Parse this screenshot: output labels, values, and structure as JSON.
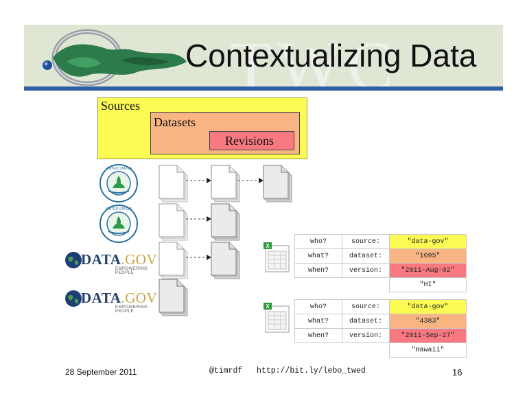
{
  "slide": {
    "title": "Contextualizing Data",
    "watermark": "TWC",
    "date": "28 September 2011",
    "handle": "@timrdf",
    "link": "http://bit.ly/lebo_twed",
    "page_number": "16"
  },
  "legend": {
    "sources": "Sources",
    "datasets": "Datasets",
    "revisions": "Revisions",
    "colors": {
      "sources": "#fbfb54",
      "datasets": "#f8b482",
      "revisions": "#f87a80"
    }
  },
  "logos": {
    "datagov_main": "DATA",
    "datagov_suffix": ".GOV",
    "datagov_tagline": "EMPOWERING PEOPLE",
    "epa_name": "epa-seal-icon"
  },
  "tables": [
    {
      "rows": [
        {
          "q": "who?",
          "k": "source:",
          "v": "\"data-gov\""
        },
        {
          "q": "what?",
          "k": "dataset:",
          "v": "\"1095\""
        },
        {
          "q": "when?",
          "k": "version:",
          "v": "\"2011-Aug-02\""
        }
      ],
      "extra": "\"HI\""
    },
    {
      "rows": [
        {
          "q": "who?",
          "k": "source:",
          "v": "\"data-gov\""
        },
        {
          "q": "what?",
          "k": "dataset:",
          "v": "\"4383\""
        },
        {
          "q": "when?",
          "k": "version:",
          "v": "\"2011-Sep-27\""
        }
      ],
      "extra": "\"Hawaii\""
    }
  ]
}
